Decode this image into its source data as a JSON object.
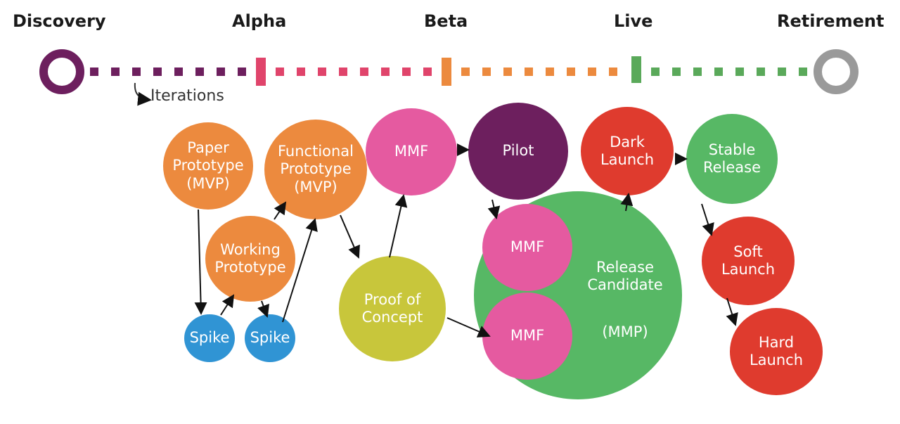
{
  "phases": {
    "discovery": "Discovery",
    "alpha": "Alpha",
    "beta": "Beta",
    "live": "Live",
    "retirement": "Retirement"
  },
  "iterations_label": "Iterations",
  "colors": {
    "discovery": "#6d1f5e",
    "alpha": "#e0446b",
    "beta": "#ec8a3e",
    "live": "#5aa95a",
    "retirement": "#9a9a9a",
    "orange": "#ec8a3e",
    "pink": "#e55aa0",
    "purple": "#6d1f5e",
    "red": "#df3b2e",
    "green": "#57b865",
    "olive": "#c8c63b",
    "blue": "#3094d4"
  },
  "nodes": {
    "paper_prototype": "Paper\nPrototype\n(MVP)",
    "functional_prototype": "Functional\nPrototype\n(MVP)",
    "working_prototype": "Working\nPrototype",
    "spike_1": "Spike",
    "spike_2": "Spike",
    "mmf_top": "MMF",
    "pilot": "Pilot",
    "proof_of_concept": "Proof of\nConcept",
    "release_candidate": "Release\nCandidate",
    "mmp": "(MMP)",
    "mmf_mid": "MMF",
    "mmf_low": "MMF",
    "dark_launch": "Dark\nLaunch",
    "stable_release": "Stable\nRelease",
    "soft_launch": "Soft\nLaunch",
    "hard_launch": "Hard\nLaunch"
  }
}
